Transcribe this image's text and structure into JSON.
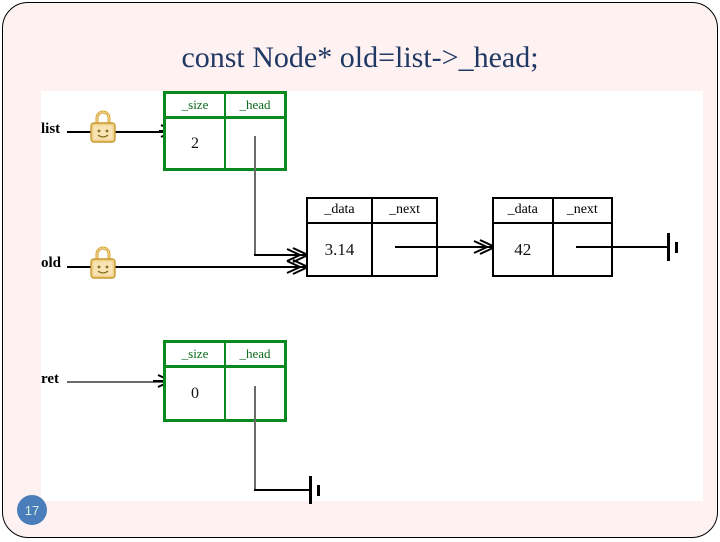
{
  "slide": {
    "title": "const Node* old=list->_head;",
    "page_number": "17",
    "title_color": "#203864",
    "background_color": "#fdf1f1",
    "canvas_color": "#ffffff",
    "badge_color": "#4a7ebb",
    "struct_border_color": "#0a8a1e",
    "node_border_color": "#000000",
    "pointer_line_color": "#6b6b6b"
  },
  "diagram": {
    "variables": [
      {
        "name": "list",
        "label": "list",
        "has_lock_icon": true
      },
      {
        "name": "old",
        "label": "old",
        "has_lock_icon": true
      },
      {
        "name": "ret",
        "label": "ret",
        "has_lock_icon": false
      }
    ],
    "list_struct": {
      "headers": [
        "_size",
        "_head"
      ],
      "values": [
        "2",
        ""
      ],
      "size_value": "2",
      "head_target": "node_1"
    },
    "ret_struct": {
      "headers": [
        "_size",
        "_head"
      ],
      "values": [
        "0",
        ""
      ],
      "size_value": "0",
      "head_target": "null"
    },
    "nodes": [
      {
        "id": "node_1",
        "headers": [
          "_data",
          "_next"
        ],
        "data_value": "3.14",
        "next_target": "node_2"
      },
      {
        "id": "node_2",
        "headers": [
          "_data",
          "_next"
        ],
        "data_value": "42",
        "next_target": "null"
      }
    ],
    "icons": {
      "lock": "padlock-icon",
      "ground": "null-ground-symbol",
      "arrow": "arrow-right-icon"
    }
  }
}
